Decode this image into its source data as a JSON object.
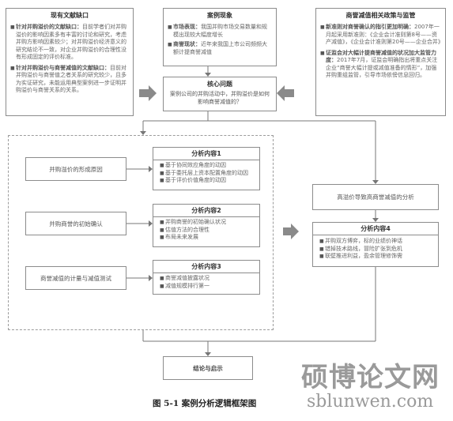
{
  "top_left": {
    "title": "现有文献缺口",
    "items": [
      {
        "lead": "针对并购溢价的文献缺口：",
        "text": "目前学者们对并购溢价的影响因素多有丰富的讨论和研究，考虑并购方影响因素较少；对并购溢价经济意义的研究结论不一致，对企业并购溢价的合理性没有形成固定的评价标准。"
      },
      {
        "lead": "针对并购溢价与商誉减值的文献缺口：",
        "text": "目前对并购溢价与商誉值之者关系的研究较少，且多为实证研究，未能运用典型案例进一步证明并购溢价与商誉关系的关系。"
      }
    ]
  },
  "top_middle": {
    "title": "案例现象",
    "items": [
      {
        "lead": "市场表现：",
        "text": "我国并购市场交易数量和规模出现较大幅度增长"
      },
      {
        "lead": "商誉现状：",
        "text": "近年来我国上市公司频频大额计提商誉减值"
      }
    ]
  },
  "top_right": {
    "title": "商誉减值相关政策与监管",
    "items": [
      {
        "lead": "新准则对商誉确认的指引更加明确：",
        "text": "2007年一月起采用新准则：《企业会计准则第8号——资产减值》，《企业会计准则第20号——企业合并》"
      },
      {
        "lead": "证监会对大幅计提商誉减值的状况加大监管力度：",
        "text": "2017年7月，证监会明确指出将重点关注企业“商誉大幅计提或减值准备的情形”，加强并购重组监管，引导市场依傍信息回归。"
      }
    ]
  },
  "core": {
    "title": "核心问题",
    "text": "案例公司的并购活动中，并购溢价是如何影响商誉减值的？"
  },
  "left_boxes": [
    "并购溢价的形成原因",
    "并购商誉的初始确认",
    "商誉减值的计量与减值测试"
  ],
  "analysis": [
    {
      "title": "分析内容1",
      "items": [
        "基于协同效应角度的动因",
        "基于委托层上资本配置角度的动因",
        "基于评价价值角度的动因"
      ]
    },
    {
      "title": "分析内容2",
      "items": [
        "并购商誉的初始确认状况",
        "估值方法的合理性",
        "布局未来发展"
      ]
    },
    {
      "title": "分析内容3",
      "items": [
        "商誉减值披露状况",
        "减值规模排行第一"
      ]
    }
  ],
  "right_box": "高溢价导致高商誉减值的分析",
  "analysis4": {
    "title": "分析内容4",
    "items": [
      "并购双方博弈，标的业绩价神话",
      "错掉技术路线，冒险扩张到危机",
      "联壁推进利益，盈余管理修饰需"
    ]
  },
  "conclusion": "结论与启示",
  "caption": "图 5-1  案例分析逻辑框架图",
  "watermark": {
    "cn": "硕博论文网",
    "url": "sblunwen.com"
  }
}
